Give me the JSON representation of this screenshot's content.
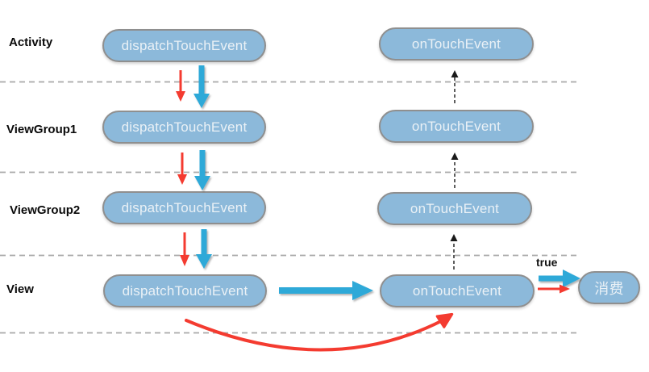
{
  "diagram": {
    "rows": [
      {
        "label": "Activity",
        "dispatch_label": "dispatchTouchEvent",
        "ontouch_label": "onTouchEvent"
      },
      {
        "label": "ViewGroup1",
        "dispatch_label": "dispatchTouchEvent",
        "ontouch_label": "onTouchEvent"
      },
      {
        "label": "ViewGroup2",
        "dispatch_label": "dispatchTouchEvent",
        "ontouch_label": "onTouchEvent"
      },
      {
        "label": "View",
        "dispatch_label": "dispatchTouchEvent",
        "ontouch_label": "onTouchEvent"
      }
    ],
    "annotations": {
      "true_label": "true",
      "consume_label": "消费"
    },
    "colors": {
      "background": "#ffffff",
      "pill_fill": "#8cb9da",
      "pill_border": "#8f8f8f",
      "pill_text": "#eaf1f6",
      "arrow_blue": "#2ea9d8",
      "arrow_red": "#f43b30",
      "dashed_separator": "#a9a9a9",
      "up_arrow_black": "#1a1a1a",
      "label_text": "#0a0a0a"
    }
  }
}
